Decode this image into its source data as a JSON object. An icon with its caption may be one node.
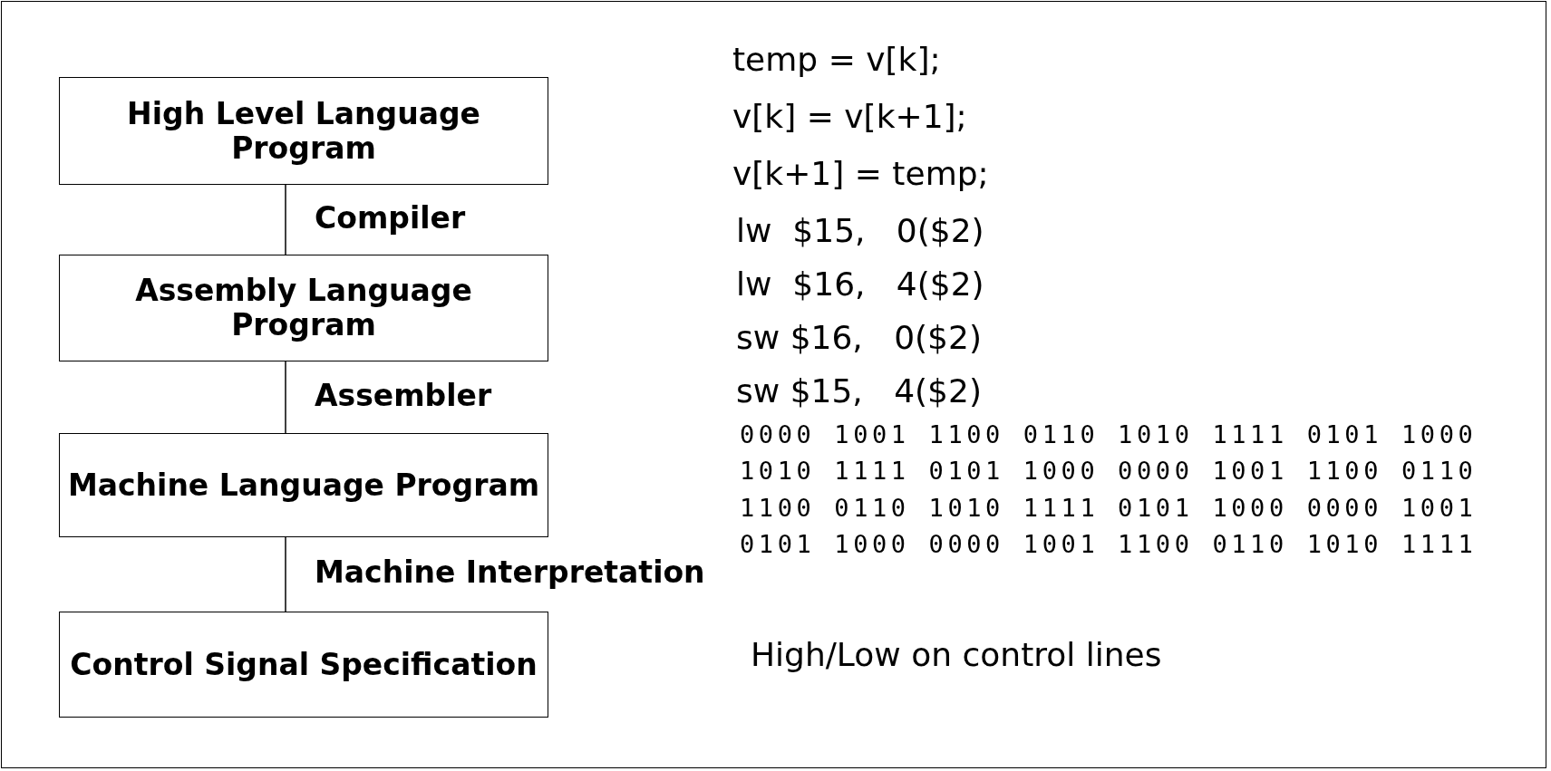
{
  "diagram": {
    "nodes": [
      {
        "text": [
          "High Level Language Program"
        ]
      },
      {
        "text": [
          "Assembly Language Program"
        ]
      },
      {
        "text": [
          "Machine Language Program"
        ]
      },
      {
        "text": [
          "Control Signal Specification"
        ]
      }
    ],
    "edges": [
      {
        "from": 0,
        "to": 1,
        "arrow": "none",
        "label": "Compiler"
      },
      {
        "from": 1,
        "to": 2,
        "arrow": "none",
        "label": "Assembler"
      },
      {
        "from": 2,
        "to": 3,
        "arrow": "none",
        "label": "Machine Interpretation"
      }
    ],
    "labels": [
      "temp = v[k];",
      "v[k] = v[k+1];",
      "v[k+1] = temp;",
      "lw  $15,   0($2)",
      "lw  $16,   4($2)",
      "sw $16,   0($2)",
      "sw $15,   4($2)",
      "0000 1001 1100 0110 1010 1111 0101 1000",
      "1010 1111 0101 1000 0000 1001 1100 0110",
      "1100 0110 1010 1111 0101 1000 0000 1001",
      "0101 1000 0000 1001 1100 0110 1010 1111",
      "High/Low on control lines"
    ]
  }
}
